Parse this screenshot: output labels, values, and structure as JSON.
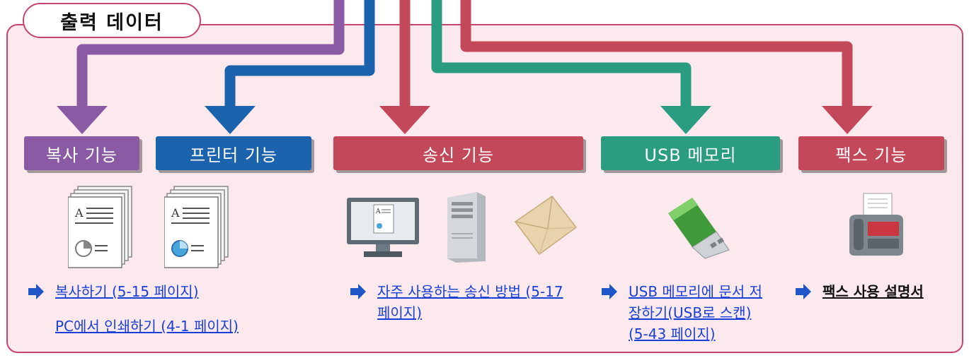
{
  "section_title": "출력 데이터",
  "colors": {
    "copy": "#8b5aa5",
    "printer": "#1b63ad",
    "send": "#c3485a",
    "usb": "#2a9c7f",
    "fax": "#c3485a",
    "panel_border": "#c7446e",
    "panel_bg": "#fbe9ee",
    "link": "#1a3fd6"
  },
  "categories": {
    "copy": "복사 기능",
    "printer": "프린터 기능",
    "send": "송신 기능",
    "usb": "USB 메모리",
    "fax": "팩스 기능"
  },
  "icons": {
    "copy": "document-stack-icon",
    "printer": "document-stack-icon",
    "send_monitor": "monitor-icon",
    "send_server": "server-icon",
    "send_mail": "envelope-icon",
    "usb": "usb-drive-icon",
    "fax": "fax-machine-icon",
    "bullet": "arrow-right-icon"
  },
  "links": {
    "copy": "복사하기 (5-15 페이지)",
    "printer": "PC에서 인쇄하기 (4-1 페이지)",
    "send_l1": "자주 사용하는 송신 방법 (5-17",
    "send_l2": "페이지)",
    "usb_l1": "USB 메모리에 문서 저",
    "usb_l2": "장하기(USB로 스캔)",
    "usb_l3": "(5-43 페이지)",
    "fax": "팩스 사용 설명서"
  }
}
